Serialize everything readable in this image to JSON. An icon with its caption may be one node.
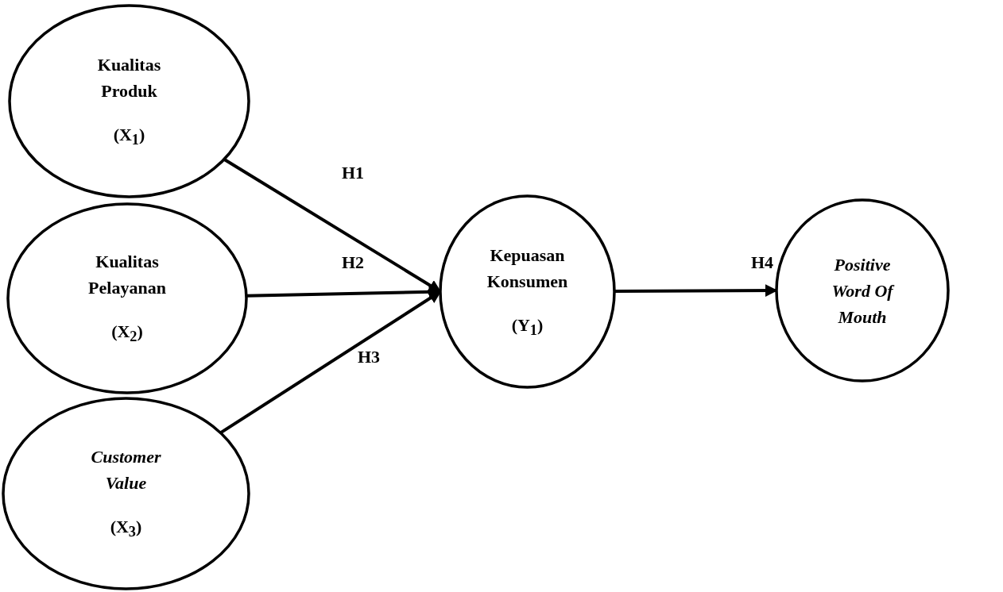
{
  "diagram": {
    "nodes": [
      {
        "text": [
          "Kualitas Produk",
          "(X$_{1}$)"
        ]
      },
      {
        "text": [
          "Kualitas Pelayanan",
          "(X$_{2}$)"
        ]
      },
      {
        "text": [
          "Customer Value",
          "(X$_{3}$)"
        ]
      },
      {
        "text": [
          "Kepuasan Konsumen",
          "(Y$_{1}$)"
        ]
      },
      {
        "text": [
          "Positive Word Of Mouth"
        ]
      }
    ],
    "edges": [
      {
        "from": 0,
        "to": 3,
        "arrow": "to",
        "label": "H1"
      },
      {
        "from": 1,
        "to": 3,
        "arrow": "to",
        "label": "H2"
      },
      {
        "from": 2,
        "to": 3,
        "arrow": "to",
        "label": "H3"
      },
      {
        "from": 3,
        "to": 4,
        "arrow": "to",
        "label": "H4"
      }
    ]
  }
}
